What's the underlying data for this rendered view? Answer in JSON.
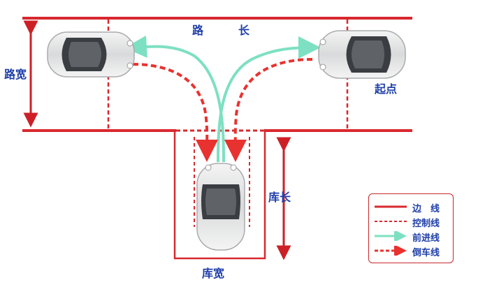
{
  "labels": {
    "road_length": "路　　长",
    "road_width": "路宽",
    "start_point": "起点",
    "garage_length": "库长",
    "garage_width": "库宽"
  },
  "legend": [
    {
      "label": "边　线",
      "style": "solid",
      "color": "#d8282e"
    },
    {
      "label": "控制线",
      "style": "dashed",
      "color": "#d8282e"
    },
    {
      "label": "前进线",
      "style": "arrow",
      "color": "#7de0c2"
    },
    {
      "label": "倒车线",
      "style": "dashed-arrow",
      "color": "#e8322f"
    }
  ],
  "colors": {
    "boundary": "#d8282e",
    "forward": "#7de0c2",
    "reverse": "#e8322f",
    "text": "#1f3fa8"
  }
}
